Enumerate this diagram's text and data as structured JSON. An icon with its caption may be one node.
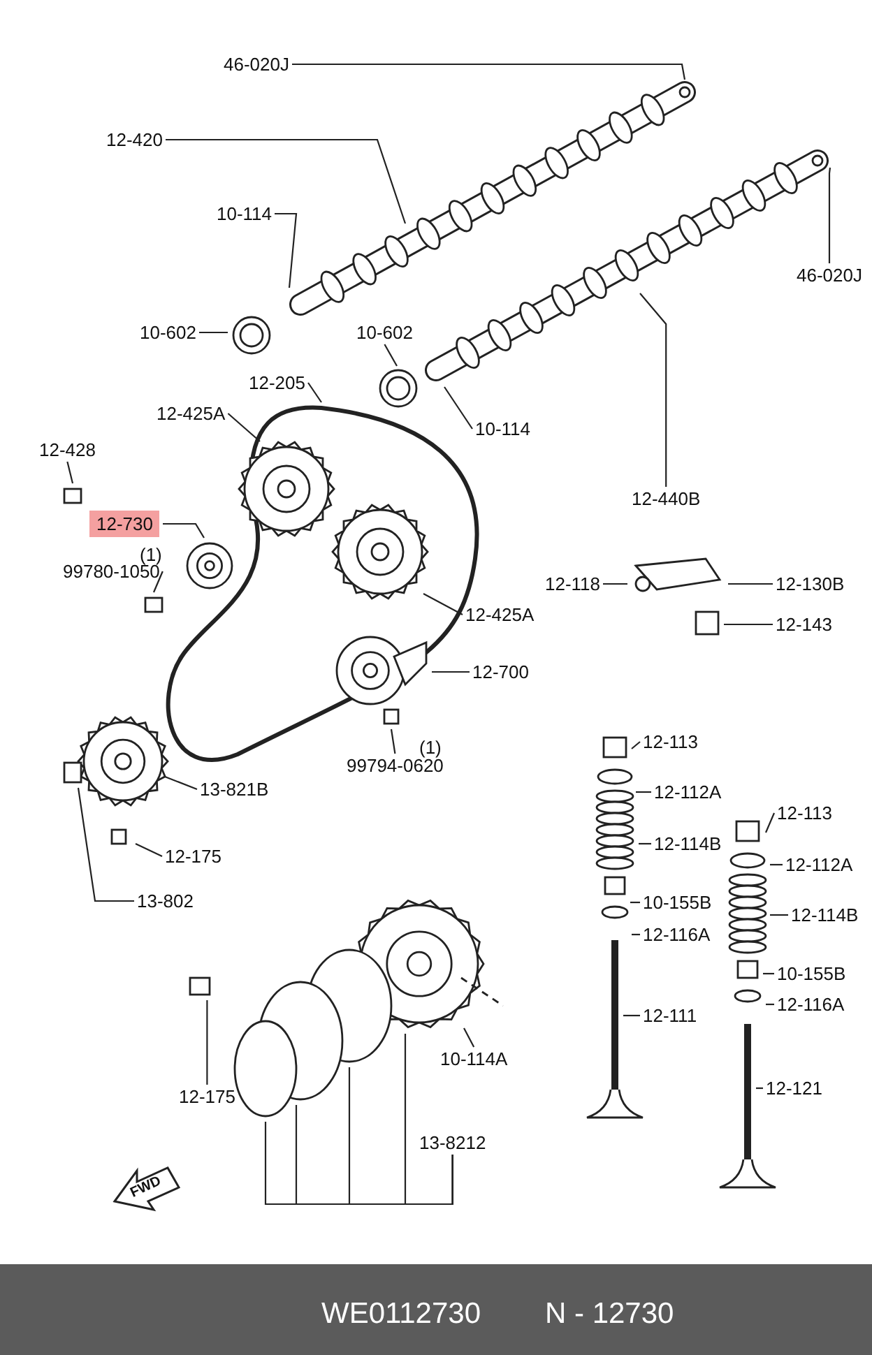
{
  "diagram": {
    "nodes": [
      {
        "text": [
          "46-020J"
        ]
      },
      {
        "text": [
          "12-420"
        ]
      },
      {
        "text": [
          "10-114"
        ]
      },
      {
        "text": [
          "10-602"
        ]
      },
      {
        "text": [
          "46-020J"
        ]
      },
      {
        "text": [
          "10-602"
        ]
      },
      {
        "text": [
          "12-205"
        ]
      },
      {
        "text": [
          "10-114"
        ]
      },
      {
        "text": [
          "12-425A"
        ]
      },
      {
        "text": [
          "12-428"
        ]
      },
      {
        "text": [
          "12-730"
        ]
      },
      {
        "text": [
          "99780-1050"
        ],
        "beside": [
          "(1)"
        ]
      },
      {
        "text": [
          "12-440B"
        ]
      },
      {
        "text": [
          "12-118"
        ]
      },
      {
        "text": [
          "12-130B"
        ]
      },
      {
        "text": [
          "12-143"
        ]
      },
      {
        "text": [
          "12-425A"
        ]
      },
      {
        "text": [
          "12-700"
        ]
      },
      {
        "text": [
          "99794-0620"
        ],
        "beside": [
          "(1)"
        ]
      },
      {
        "text": [
          "13-821B"
        ]
      },
      {
        "text": [
          "12-113"
        ]
      },
      {
        "text": [
          "12-112A"
        ]
      },
      {
        "text": [
          "12-114B"
        ]
      },
      {
        "text": [
          "12-113"
        ]
      },
      {
        "text": [
          "12-112A"
        ]
      },
      {
        "text": [
          "12-175"
        ]
      },
      {
        "text": [
          "10-155B"
        ]
      },
      {
        "text": [
          "12-114B"
        ]
      },
      {
        "text": [
          "13-802"
        ]
      },
      {
        "text": [
          "12-116A"
        ]
      },
      {
        "text": [
          "10-155B"
        ]
      },
      {
        "text": [
          "12-116A"
        ]
      },
      {
        "text": [
          "12-111"
        ]
      },
      {
        "text": [
          "10-114A"
        ]
      },
      {
        "text": [
          "12-175"
        ]
      },
      {
        "text": [
          "12-121"
        ]
      },
      {
        "text": [
          "13-8212"
        ]
      }
    ],
    "edges": [
      {
        "from": 0,
        "to": null,
        "arrow": "none"
      },
      {
        "from": 1,
        "to": null,
        "arrow": "none"
      },
      {
        "from": 2,
        "to": null,
        "arrow": "none"
      },
      {
        "from": 3,
        "to": null,
        "arrow": "none"
      },
      {
        "from": 4,
        "to": null,
        "arrow": "none"
      },
      {
        "from": 5,
        "to": null,
        "arrow": "none"
      },
      {
        "from": 6,
        "to": null,
        "arrow": "none"
      },
      {
        "from": 7,
        "to": null,
        "arrow": "none"
      },
      {
        "from": 8,
        "to": null,
        "arrow": "none"
      },
      {
        "from": 9,
        "to": null,
        "arrow": "none"
      },
      {
        "from": 10,
        "to": null,
        "arrow": "none"
      },
      {
        "from": 11,
        "to": null,
        "arrow": "none"
      },
      {
        "from": 12,
        "to": null,
        "arrow": "none"
      },
      {
        "from": 13,
        "to": null,
        "arrow": "none"
      },
      {
        "from": 14,
        "to": null,
        "arrow": "none"
      },
      {
        "from": 15,
        "to": null,
        "arrow": "none"
      },
      {
        "from": 16,
        "to": null,
        "arrow": "none"
      },
      {
        "from": 17,
        "to": null,
        "arrow": "none"
      },
      {
        "from": 18,
        "to": null,
        "arrow": "none"
      },
      {
        "from": 19,
        "to": null,
        "arrow": "none"
      },
      {
        "from": 20,
        "to": null,
        "arrow": "none"
      },
      {
        "from": 21,
        "to": null,
        "arrow": "none"
      },
      {
        "from": 22,
        "to": null,
        "arrow": "none"
      },
      {
        "from": 23,
        "to": null,
        "arrow": "none"
      },
      {
        "from": 24,
        "to": null,
        "arrow": "none"
      },
      {
        "from": 25,
        "to": null,
        "arrow": "none"
      },
      {
        "from": 26,
        "to": null,
        "arrow": "none"
      },
      {
        "from": 27,
        "to": null,
        "arrow": "none"
      },
      {
        "from": 28,
        "to": null,
        "arrow": "none"
      },
      {
        "from": 29,
        "to": null,
        "arrow": "none"
      },
      {
        "from": 30,
        "to": null,
        "arrow": "none"
      },
      {
        "from": 31,
        "to": null,
        "arrow": "none"
      },
      {
        "from": 32,
        "to": null,
        "arrow": "none"
      },
      {
        "from": 33,
        "to": null,
        "arrow": "none"
      },
      {
        "from": 34,
        "to": null,
        "arrow": "none"
      },
      {
        "from": 35,
        "to": null,
        "arrow": "none"
      },
      {
        "from": 36,
        "to": null,
        "arrow": "none"
      },
      {
        "from": 36,
        "to": null,
        "arrow": "none"
      },
      {
        "from": 36,
        "to": null,
        "arrow": "none"
      },
      {
        "from": 36,
        "to": null,
        "arrow": "none"
      }
    ],
    "labels": [
      "FWD",
      "WE0112730",
      "N - 12730"
    ]
  }
}
